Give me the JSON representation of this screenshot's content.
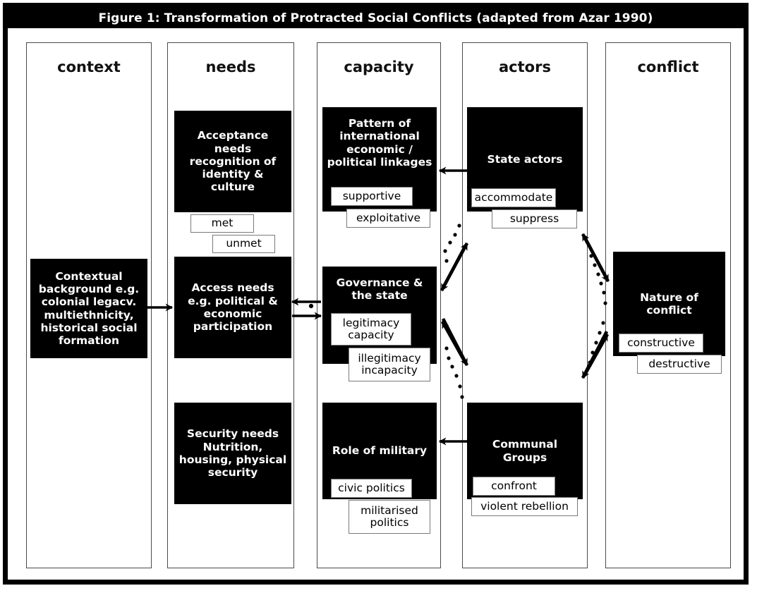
{
  "figure": {
    "title": "Figure 1: Transformation of Protracted Social Conflicts (adapted from Azar 1990)",
    "accent_black": "#000000",
    "background": "#ffffff",
    "border_gray": "#7a7a7a"
  },
  "columns": [
    {
      "id": "context",
      "header": "context"
    },
    {
      "id": "needs",
      "header": "needs"
    },
    {
      "id": "capacity",
      "header": "capacity"
    },
    {
      "id": "actors",
      "header": "actors"
    },
    {
      "id": "conflict",
      "header": "conflict"
    }
  ],
  "boxes": {
    "context_background": {
      "label": "Contextual background e.g. colonial legacv. multiethnicity, historical social formation"
    },
    "acceptance_needs": {
      "label": "Acceptance needs recognition of identity & culture",
      "tags": [
        "met",
        "unmet"
      ]
    },
    "access_needs": {
      "label": "Access needs e.g. political & economic participation"
    },
    "security_needs": {
      "label": "Security needs Nutrition, housing, physical security"
    },
    "international_linkages": {
      "label": "Pattern of international economic / political linkages",
      "tags": [
        "supportive",
        "exploitative"
      ]
    },
    "governance_state": {
      "label": "Governance & the state",
      "tags": [
        "legitimacy capacity",
        "illegitimacy incapacity"
      ]
    },
    "role_of_military": {
      "label": "Role of military",
      "tags": [
        "civic politics",
        "militarised politics"
      ]
    },
    "state_actors": {
      "label": "State actors",
      "tags": [
        "accommodate",
        "suppress"
      ]
    },
    "communal_groups": {
      "label": "Communal Groups",
      "tags": [
        "confront",
        "violent rebellion"
      ]
    },
    "nature_of_conflict": {
      "label": "Nature of conflict",
      "tags": [
        "constructive",
        "destructive"
      ]
    }
  }
}
